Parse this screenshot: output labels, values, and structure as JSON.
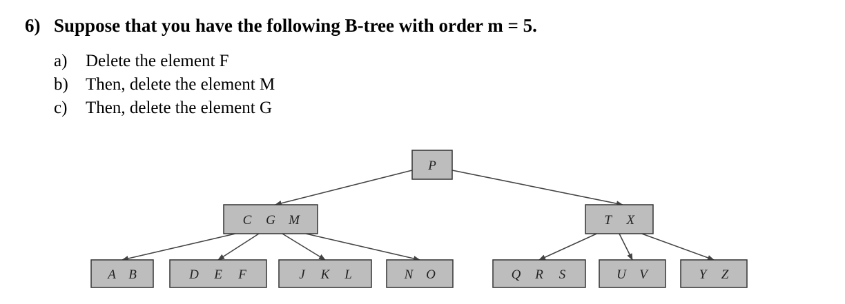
{
  "question": {
    "number": "6)",
    "text": "Suppose that you have the following B-tree with order m = 5."
  },
  "parts": [
    {
      "letter": "a)",
      "text": "Delete the element F"
    },
    {
      "letter": "b)",
      "text": "Then, delete the element M"
    },
    {
      "letter": "c)",
      "text": "Then, delete the element G"
    }
  ],
  "tree": {
    "root": [
      "P"
    ],
    "level1": [
      [
        "C",
        "G",
        "M"
      ],
      [
        "T",
        "X"
      ]
    ],
    "leaves": [
      [
        "A",
        "B"
      ],
      [
        "D",
        "E",
        "F"
      ],
      [
        "J",
        "K",
        "L"
      ],
      [
        "N",
        "O"
      ],
      [
        "Q",
        "R",
        "S"
      ],
      [
        "U",
        "V"
      ],
      [
        "Y",
        "Z"
      ]
    ]
  }
}
